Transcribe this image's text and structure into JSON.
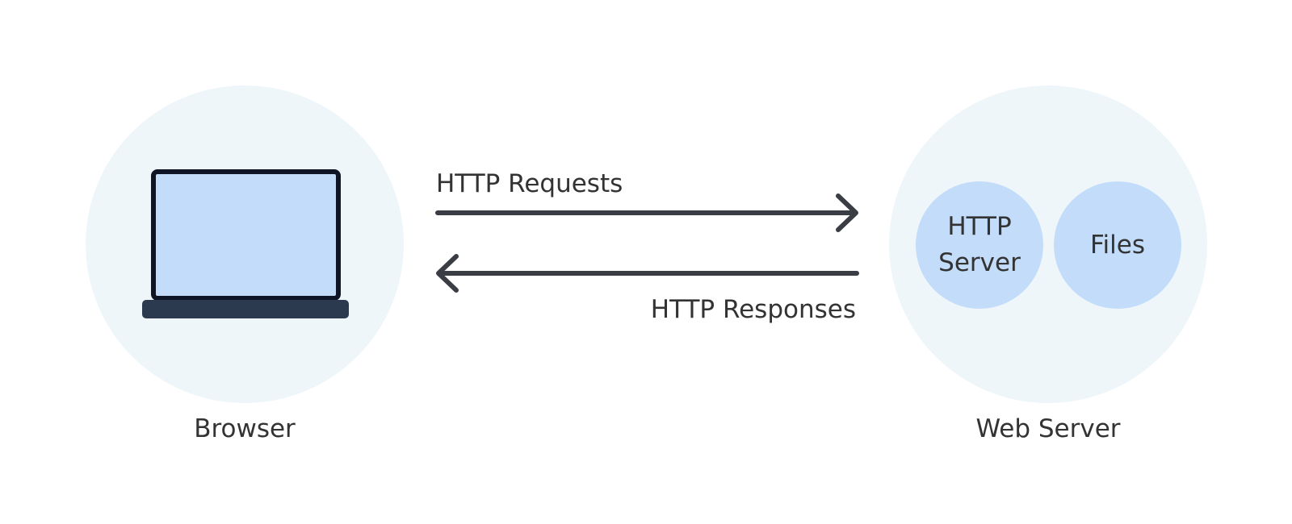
{
  "nodes": {
    "browser": {
      "label": "Browser",
      "icon": "laptop-icon"
    },
    "web_server": {
      "label": "Web Server",
      "components": [
        {
          "label": "HTTP\nServer"
        },
        {
          "label": "Files"
        }
      ]
    }
  },
  "edges": {
    "requests": {
      "label": "HTTP Requests",
      "direction": "browser-to-server"
    },
    "responses": {
      "label": "HTTP Responses",
      "direction": "server-to-browser"
    }
  },
  "colors": {
    "node_background": "#eef6fa",
    "component_fill": "#c2dcfa",
    "arrow": "#3b3d45",
    "laptop_screen": "#c2dcfa",
    "laptop_frame": "#0e1525",
    "laptop_base": "#2b3a4f",
    "text": "#333333"
  }
}
